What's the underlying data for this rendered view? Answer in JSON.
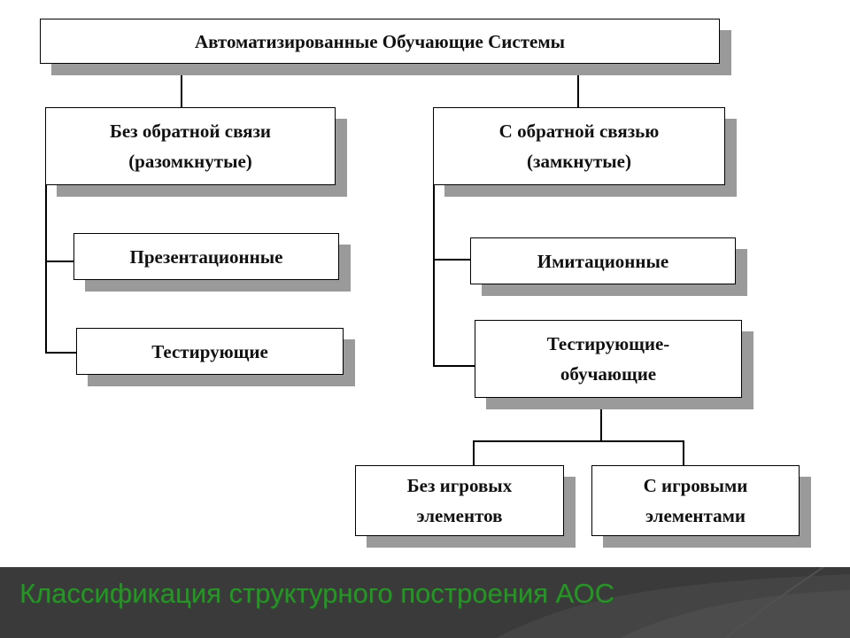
{
  "diagram": {
    "root": "Автоматизированные Обучающие Системы",
    "left_branch": {
      "title": "Без обратной связи\n(разомкнутые)",
      "children": [
        "Презентационные",
        "Тестирующие"
      ]
    },
    "right_branch": {
      "title": "С обратной связью\n(замкнутые)",
      "children": [
        "Имитационные",
        "Тестирующие-\nобучающие"
      ],
      "sub_children": [
        "Без игровых\nэлементов",
        "С игровыми\nэлементами"
      ]
    }
  },
  "footer": {
    "title": "Классификация структурного построения АОС",
    "colors": {
      "title": "#2f8f2f",
      "band": "#3a3a3a"
    }
  }
}
